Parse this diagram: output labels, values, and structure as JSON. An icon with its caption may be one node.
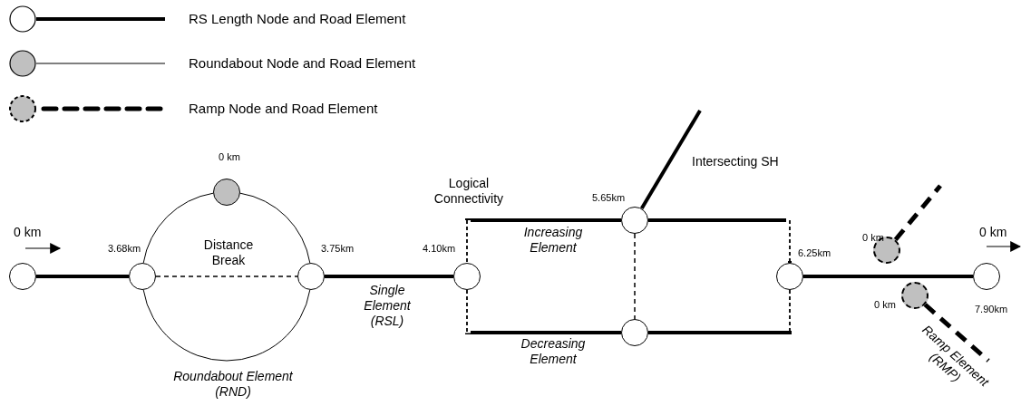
{
  "diagram": {
    "nodes": [
      {
        "text": [],
        "shape": "circle"
      },
      {
        "text": [],
        "shape": "circle",
        "beside": [
          "3.68km"
        ]
      },
      {
        "text": [],
        "shape": "circle",
        "beside": [
          "0 km"
        ]
      },
      {
        "text": [],
        "shape": "circle",
        "beside": [
          "3.75km"
        ]
      },
      {
        "text": [],
        "shape": "circle",
        "beside": [
          "4.10km"
        ]
      },
      {
        "text": [],
        "shape": "circle",
        "beside": [
          "5.65km"
        ]
      },
      {
        "text": [],
        "shape": "circle"
      },
      {
        "text": [],
        "shape": "circle",
        "beside": [
          "6.25km"
        ]
      },
      {
        "text": [],
        "shape": "circle",
        "beside": [
          "0 km"
        ]
      },
      {
        "text": [],
        "shape": "circle",
        "beside": [
          "0 km"
        ]
      },
      {
        "text": [],
        "shape": "circle",
        "beside": [
          "7.90km"
        ]
      }
    ],
    "edges": [
      {
        "from": 0,
        "to": 1,
        "arrow": "none"
      },
      {
        "from": 1,
        "to": 2,
        "arrow": "none"
      },
      {
        "from": 2,
        "to": 3,
        "arrow": "none"
      },
      {
        "from": 3,
        "to": 1,
        "arrow": "none",
        "label": "Roundabout Element (RND)"
      },
      {
        "from": 1,
        "to": 3,
        "arrow": "none",
        "style": "dashed",
        "label": "Distance Break"
      },
      {
        "from": 3,
        "to": 4,
        "arrow": "none",
        "label": "Single Element (RSL)"
      },
      {
        "from": 4,
        "to": 5,
        "arrow": "none",
        "label": "Increasing Element"
      },
      {
        "from": 4,
        "to": 6,
        "arrow": "none",
        "label": "Decreasing Element"
      },
      {
        "from": 5,
        "to": 7,
        "arrow": "none"
      },
      {
        "from": 6,
        "to": 7,
        "arrow": "none"
      },
      {
        "from": 5,
        "to": 6,
        "arrow": "none",
        "style": "dashed"
      },
      {
        "from": 5,
        "to": null,
        "arrow": "none",
        "label": "Intersecting SH"
      },
      {
        "from": 7,
        "to": 10,
        "arrow": "none"
      },
      {
        "from": 8,
        "to": null,
        "arrow": "none",
        "style": "dashed"
      },
      {
        "from": 9,
        "to": null,
        "arrow": "none",
        "style": "dashed",
        "label": "Ramp Element (RMP)"
      }
    ],
    "labels": [
      "Logical Connectivity",
      "0 km",
      "0 km"
    ],
    "legend": [
      {
        "text": "RS Length Node and Road Element"
      },
      {
        "text": "Roundabout Node and Road Element"
      },
      {
        "text": "Ramp Node and Road Element"
      }
    ]
  }
}
